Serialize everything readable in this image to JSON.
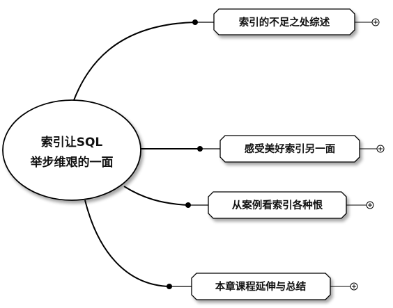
{
  "central_topic": {
    "line1": "索引让SQL",
    "line2": "举步维艰的一面"
  },
  "branches": [
    {
      "label": "索引的不足之处综述",
      "collapsed": true
    },
    {
      "label": "感受美好索引另一面",
      "collapsed": true
    },
    {
      "label": "从案例看索引各种恨",
      "collapsed": true
    },
    {
      "label": "本章课程延伸与总结",
      "collapsed": true
    }
  ],
  "expand_symbol": "+"
}
